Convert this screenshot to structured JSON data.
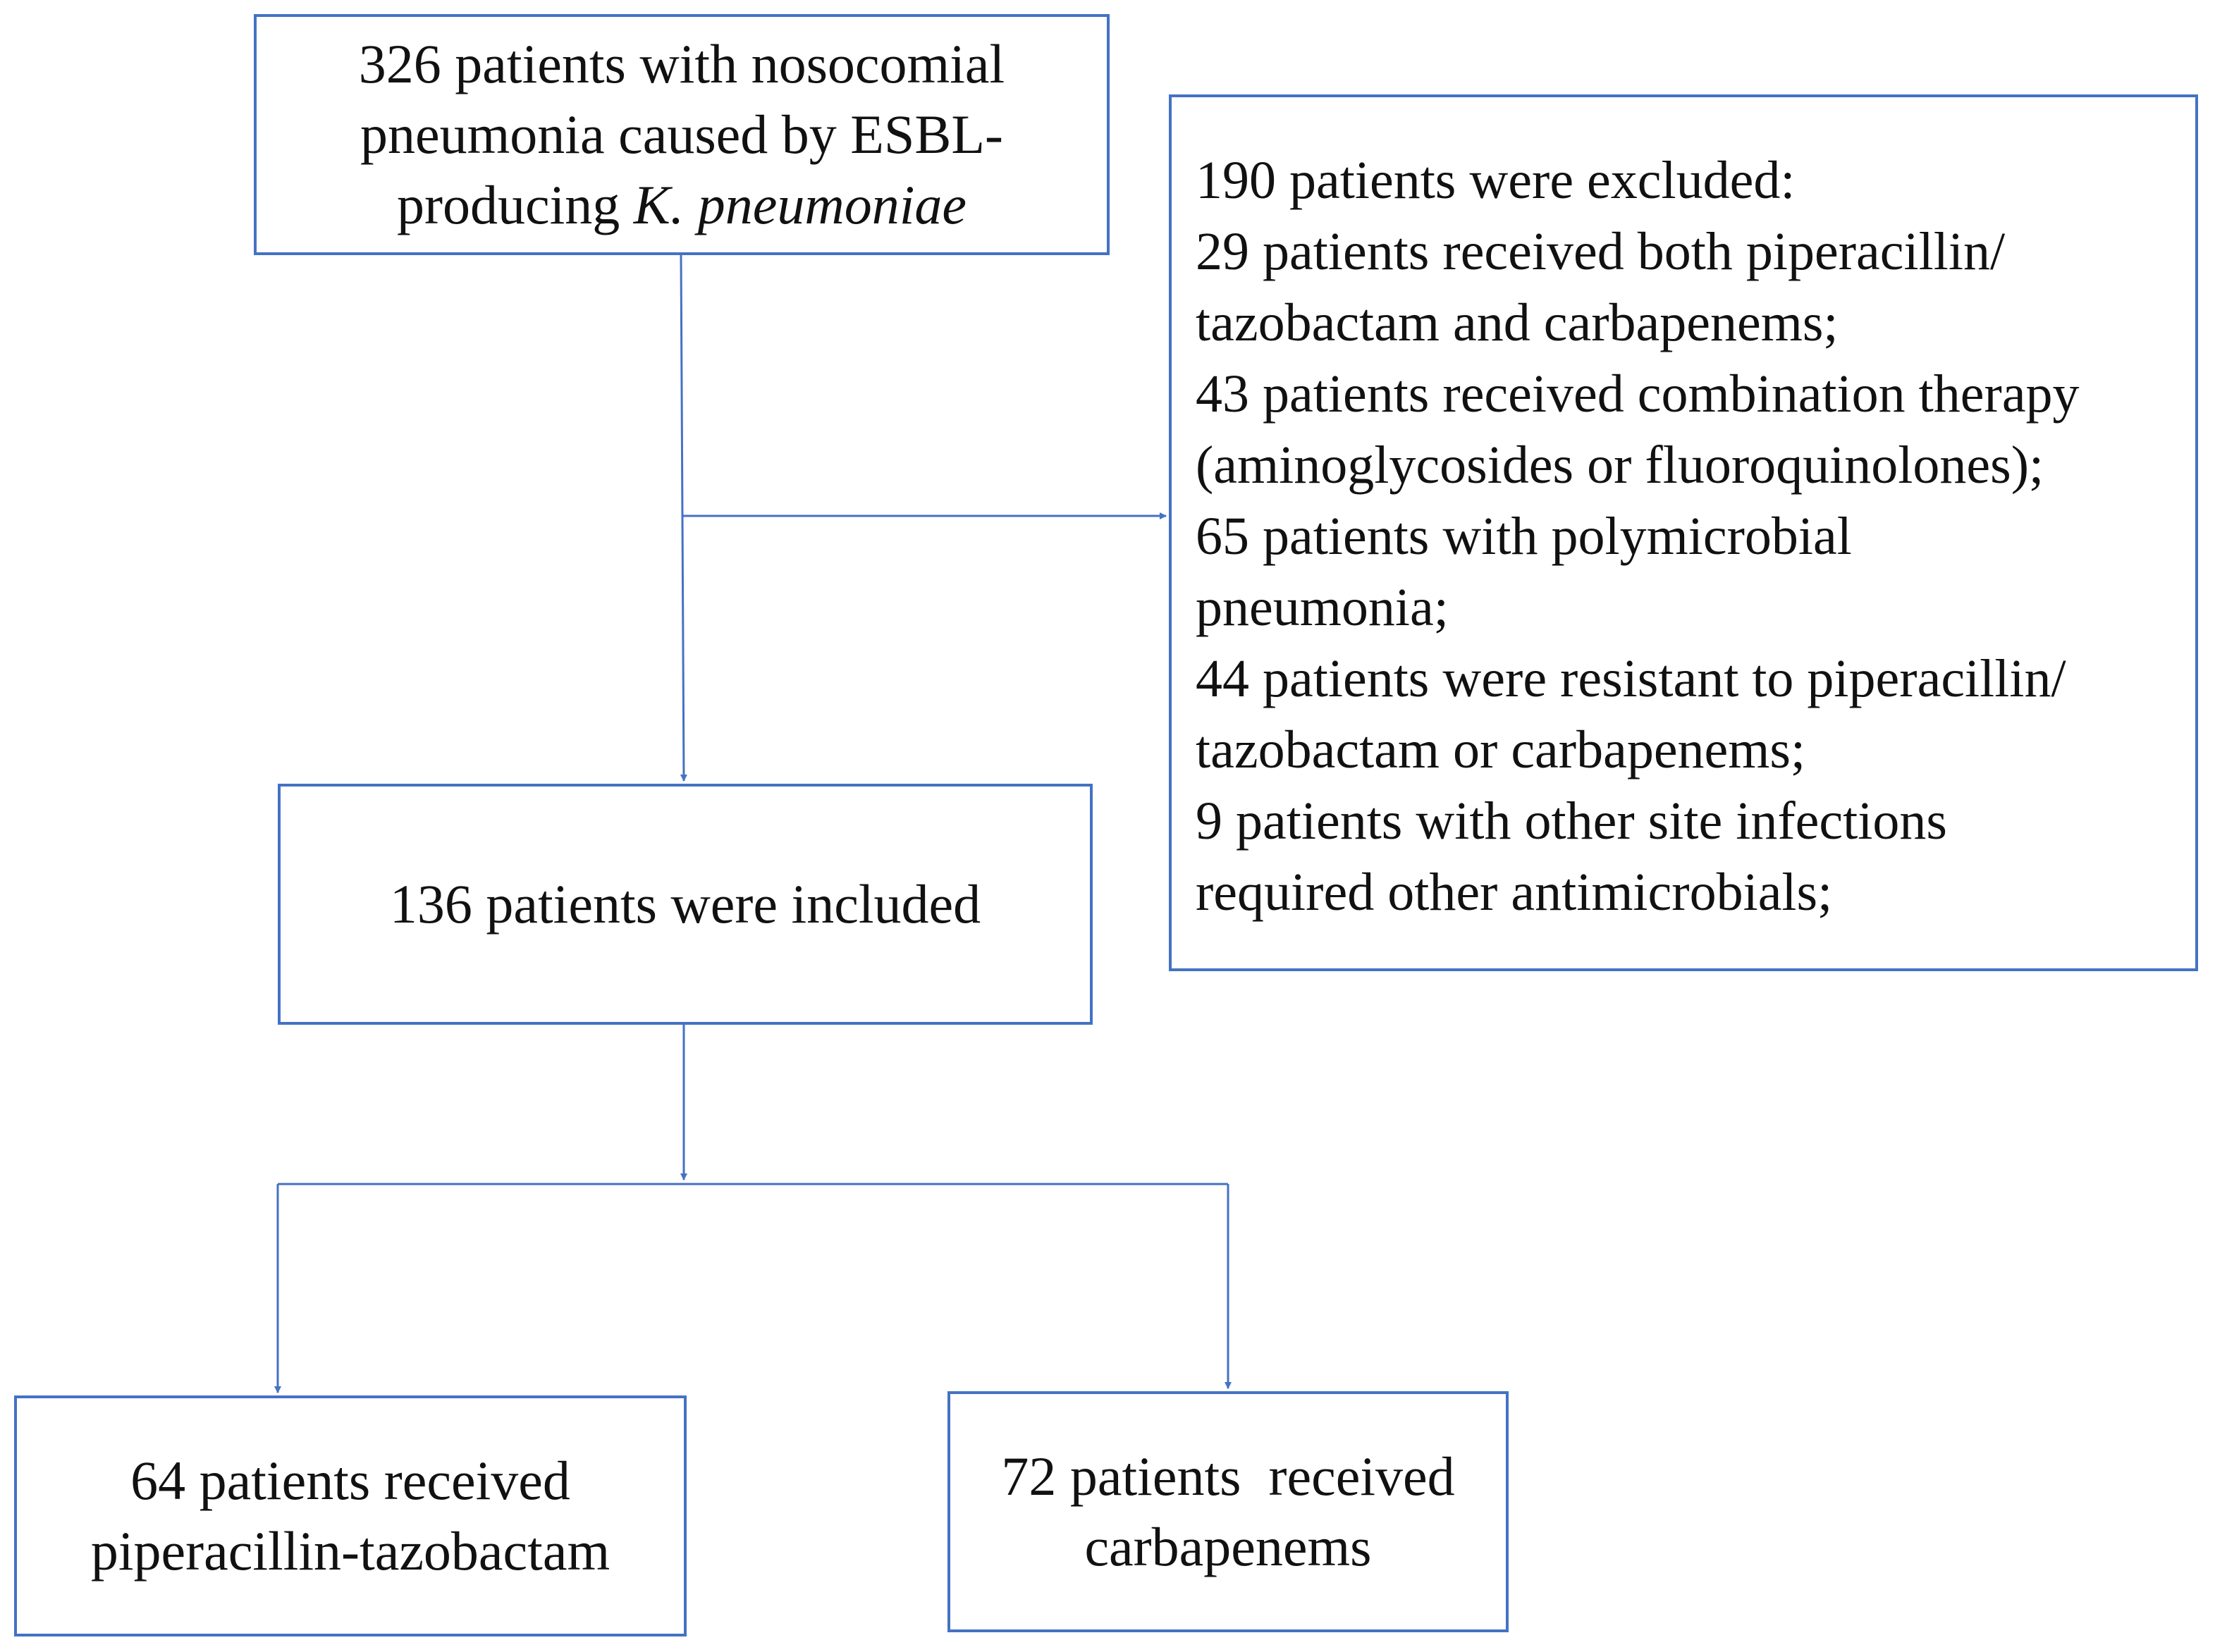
{
  "diagram": {
    "accent_color": "#4472C4",
    "start": {
      "line1": "326 patients with nosocomial",
      "line2": "pneumonia caused by ESBL-",
      "line3_prefix": "producing ",
      "line3_italic": "K. pneumoniae"
    },
    "excluded": {
      "lines": [
        "190 patients were excluded:",
        "29 patients received both piperacillin/",
        "tazobactam and carbapenems;",
        "43 patients received combination therapy",
        "(aminoglycosides or fluoroquinolones);",
        "65 patients with polymicrobial",
        "pneumonia;",
        "44 patients were resistant to piperacillin/",
        "tazobactam or carbapenems;",
        "9 patients with other site infections",
        "required other antimicrobials;"
      ]
    },
    "included": {
      "text": "136 patients were included"
    },
    "pip_group": {
      "line1": "64 patients received",
      "line2": "piperacillin-tazobactam"
    },
    "carb_group": {
      "line1": "72 patients  received",
      "line2": "carbapenems"
    }
  }
}
